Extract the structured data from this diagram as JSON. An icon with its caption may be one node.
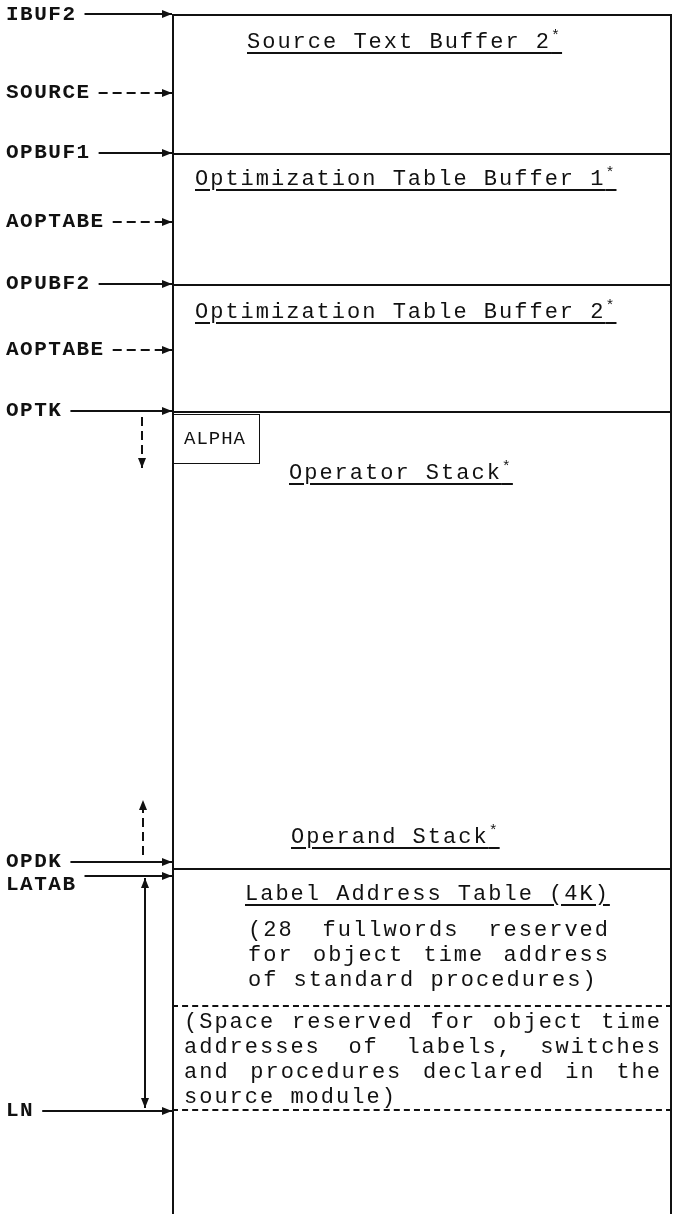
{
  "diagram": {
    "nodes": [
      {
        "text": [
          "IBUF2"
        ]
      },
      {
        "text": [
          "Source Text Buffer 2$^{*}$"
        ]
      },
      {
        "text": [
          "SOURCE"
        ]
      },
      {
        "text": [
          "OPBUF1"
        ]
      },
      {
        "text": [
          "Optimization Table Buffer 1$^{*}$"
        ]
      },
      {
        "text": [
          "AOPTABE"
        ]
      },
      {
        "text": [
          "OPUBF2"
        ]
      },
      {
        "text": [
          "Optimization Table Buffer 2$^{*}$"
        ]
      },
      {
        "text": [
          "AOPTABE"
        ]
      },
      {
        "text": [
          "OPTK"
        ]
      },
      {
        "text": [
          "Operator Stack$^{*}$",
          "Operand Stack$^{*}$"
        ]
      },
      {
        "text": [
          "ALPHA"
        ],
        "in": 10
      },
      {
        "text": [
          "OPDK"
        ]
      },
      {
        "text": [
          "LATAB"
        ]
      },
      {
        "text": [
          "Label Address Table (4K)",
          "(28 fullwords reserved for object time address of standard procedures)"
        ]
      },
      {
        "text": [
          "(Space reserved for object time addresses of labels, switches and procedures declared in the source module)"
        ]
      },
      {
        "text": [],
        "shape": "box"
      },
      {
        "text": [
          "LN"
        ]
      }
    ],
    "edges": [
      {
        "from": 0,
        "to": 1,
        "arrow": "to"
      },
      {
        "from": 2,
        "to": 1,
        "arrow": "to",
        "style": "dashed"
      },
      {
        "from": 3,
        "to": 4,
        "arrow": "to"
      },
      {
        "from": 5,
        "to": 4,
        "arrow": "to",
        "style": "dashed"
      },
      {
        "from": 6,
        "to": 7,
        "arrow": "to"
      },
      {
        "from": 8,
        "to": 7,
        "arrow": "to",
        "style": "dashed"
      },
      {
        "from": 9,
        "to": 10,
        "arrow": "to"
      },
      {
        "from": 12,
        "to": 10,
        "arrow": "to"
      },
      {
        "from": 13,
        "to": 14,
        "arrow": "to"
      },
      {
        "from": 17,
        "to": 16,
        "arrow": "to"
      }
    ]
  }
}
